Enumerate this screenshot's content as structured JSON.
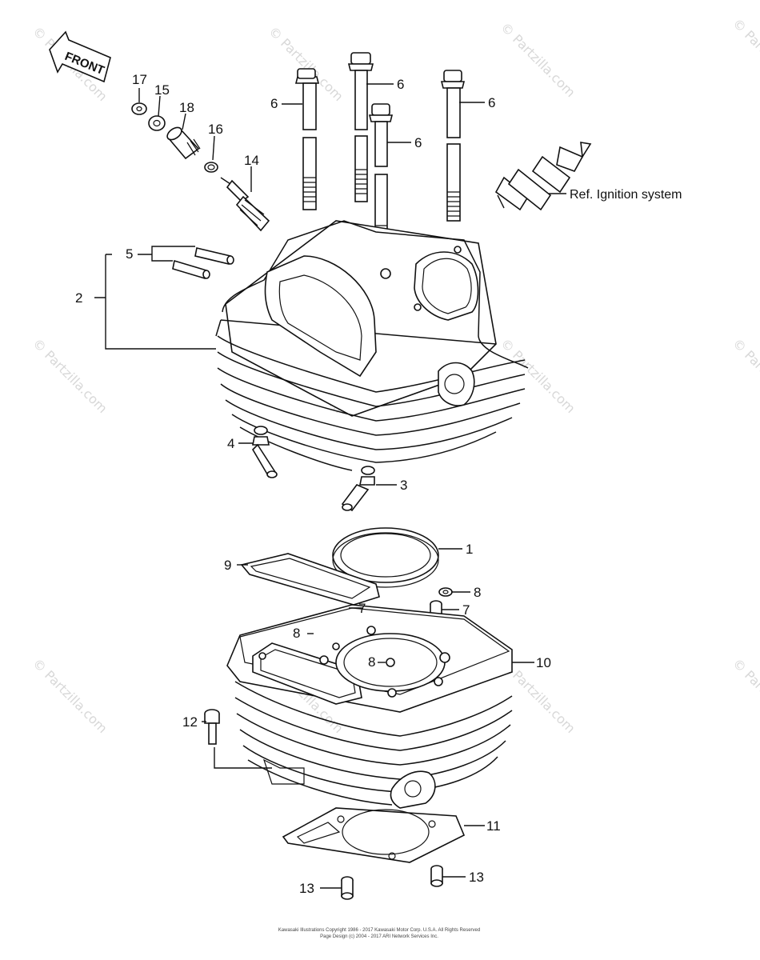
{
  "watermark": "© Partzilla.com",
  "front_label": "FRONT",
  "reference_label": "Ref. Ignition system",
  "copyright_line1": "Kawasaki Illustrations Copyright 1986 - 2017 Kawasaki Motor Corp. U.S.A. All Rights Reserved",
  "copyright_line2": "Page Design (c) 2004 - 2017 ARI Network Services Inc.",
  "callouts": {
    "c17": "17",
    "c15": "15",
    "c18": "18",
    "c16": "16",
    "c14": "14",
    "c6a": "6",
    "c6b": "6",
    "c6c": "6",
    "c6d": "6",
    "c5": "5",
    "c2": "2",
    "c4": "4",
    "c3": "3",
    "c1": "1",
    "c9": "9",
    "c8a": "8",
    "c8b": "8",
    "c8c": "8",
    "c7a": "7",
    "c7b": "7",
    "c10": "10",
    "c12": "12",
    "c11": "11",
    "c13a": "13",
    "c13b": "13"
  }
}
